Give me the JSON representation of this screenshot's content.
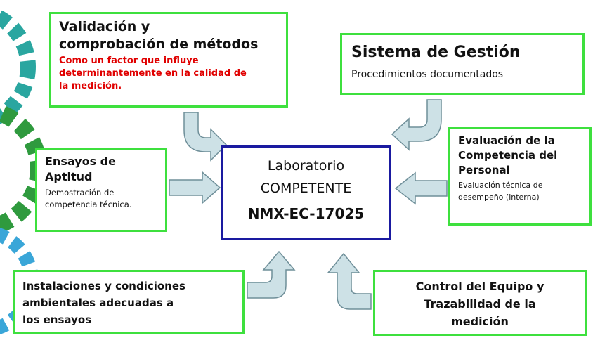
{
  "colors": {
    "box_border": "#3ee03e",
    "center_border": "#1a1aa0",
    "arrow_fill": "#cde1e6",
    "arrow_stroke": "#6f8f99",
    "highlight_text": "#e00000",
    "gear_teal": "#2aa6a0",
    "gear_green": "#2f9a3e",
    "gear_blue": "#3aa6d8"
  },
  "icons": [
    "gear-icon",
    "arrow-right-icon",
    "arrow-left-icon",
    "arrow-up-icon",
    "curved-arrow-icon"
  ],
  "center": {
    "line1": "Laboratorio",
    "line2": "COMPETENTE",
    "line3": "NMX-EC-17025"
  },
  "validacion": {
    "title1": "Validación y",
    "title2": "comprobación de métodos",
    "note1": "Como un factor que influye",
    "note2": "determinantemente en la calidad de",
    "note3": "la medición."
  },
  "gestion": {
    "title": "Sistema de Gestión",
    "subtitle": "Procedimientos documentados"
  },
  "ensayos": {
    "title1": "Ensayos de",
    "title2": "Aptitud",
    "desc1": "Demostración de",
    "desc2": "competencia técnica."
  },
  "evaluacion": {
    "title1": "Evaluación de la",
    "title2": "Competencia del",
    "title3": "Personal",
    "desc1": "Evaluación técnica de",
    "desc2": "desempeño (interna)"
  },
  "instalaciones": {
    "line1": "Instalaciones y condiciones",
    "line2": "ambientales adecuadas a",
    "line3": "los ensayos"
  },
  "control": {
    "line1": "Control del Equipo y",
    "line2": "Trazabilidad de la",
    "line3": "medición"
  }
}
